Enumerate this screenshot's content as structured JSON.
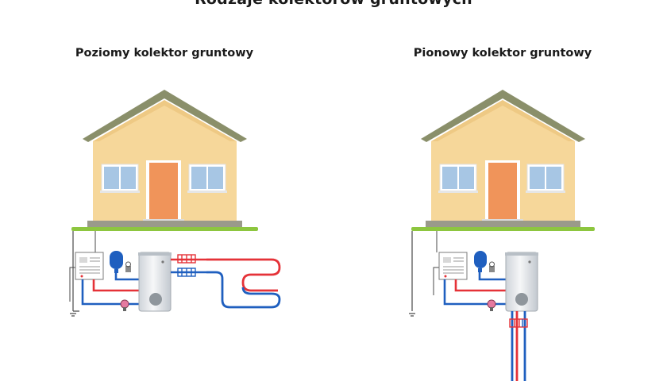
{
  "header": {
    "title": "Rodzaje kolektorów gruntowych"
  },
  "panels": [
    {
      "id": "horizontal",
      "title": "Poziomy kolektor gruntowy"
    },
    {
      "id": "vertical",
      "title": "Pionowy kolektor gruntowy"
    }
  ],
  "colors": {
    "roof": "#8a8f6a",
    "wall": "#f6d79a",
    "door": "#f0945a",
    "window": "#a7c6e4",
    "grass": "#8dc63f",
    "foundation": "#9a9a8a",
    "pipe_hot": "#e53238",
    "pipe_cold": "#1f5fbf",
    "wire": "#4a4a4a",
    "tank": "#e9ecef"
  }
}
